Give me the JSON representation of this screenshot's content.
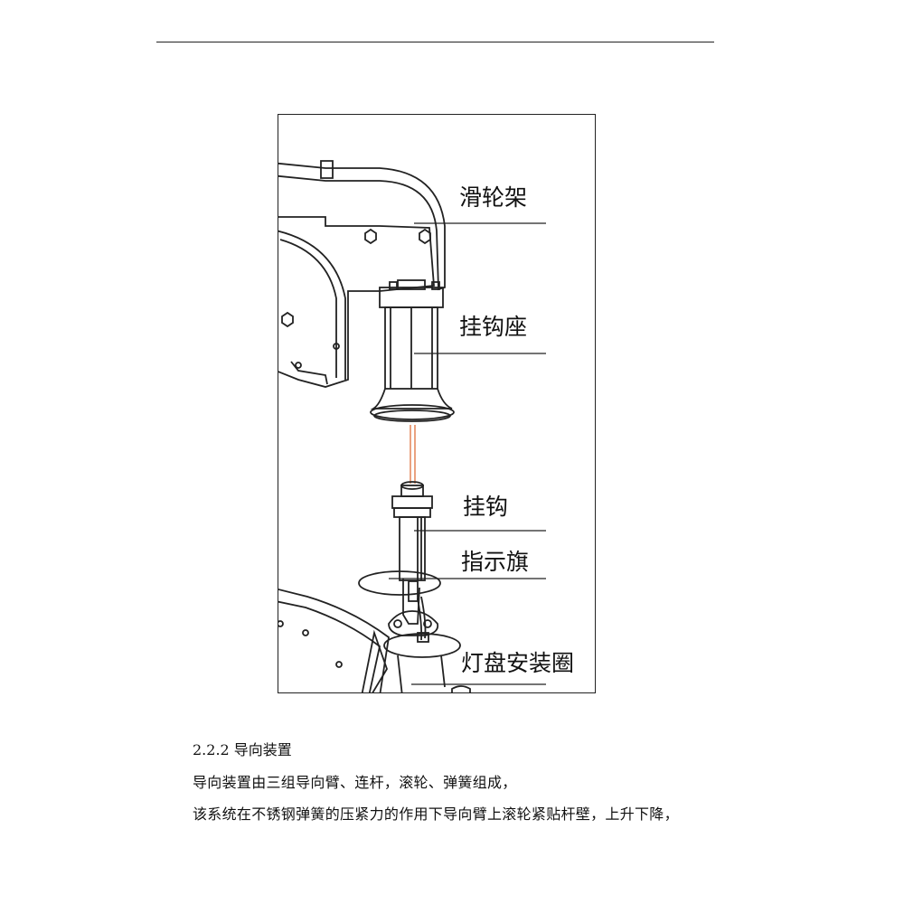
{
  "figure": {
    "labels": {
      "pulley_frame": "滑轮架",
      "hook_seat": "挂钩座",
      "hook": "挂钩",
      "indicator_flag": "指示旗",
      "lamp_ring": "灯盘安装圈"
    }
  },
  "section": {
    "heading": "2.2.2 导向装置",
    "lines": [
      "导向装置由三组导向臂、连杆，滚轮、弹簧组成，",
      "该系统在不锈钢弹簧的压紧力的作用下导向臂上滚轮紧贴杆壁，上升下降，"
    ]
  }
}
